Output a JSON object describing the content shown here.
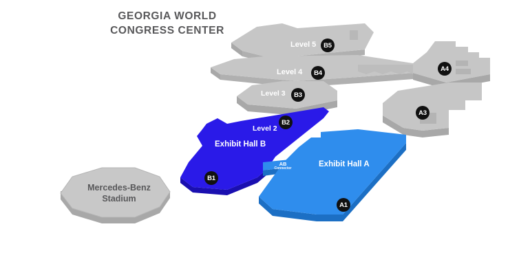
{
  "title": "GEORGIA WORLD\nCONGRESS CENTER",
  "colors": {
    "background": "#ffffff",
    "title_text": "#58585a",
    "building_gray_top": "#c6c6c6",
    "building_gray_side": "#a8a8a8",
    "building_gray_edge": "#bdbdbd",
    "hall_b_top": "#2a1ae8",
    "hall_b_side": "#1a0fb0",
    "hall_a_top": "#2f8ded",
    "hall_a_side": "#1c6fc4",
    "connector_top": "#2f8ded",
    "badge_bg": "#111111",
    "badge_text": "#ffffff",
    "label_text": "#ffffff",
    "stadium_top": "#c8c8c8",
    "stadium_side": "#a8a8a8"
  },
  "stadium": {
    "name": "Mercedes-Benz\nStadium"
  },
  "halls": [
    {
      "id": "hall-b",
      "label": "Exhibit Hall B",
      "badge": "B1",
      "color": "#2a1ae8"
    },
    {
      "id": "hall-a",
      "label": "Exhibit Hall A",
      "badge": "A1",
      "color": "#2f8ded"
    }
  ],
  "levels": [
    {
      "id": "level-5",
      "label": "Level 5",
      "badge": "B5"
    },
    {
      "id": "level-4",
      "label": "Level 4",
      "badge": "B4"
    },
    {
      "id": "level-3",
      "label": "Level 3",
      "badge": "B3"
    },
    {
      "id": "level-2",
      "label": "Level 2",
      "badge": "B2"
    }
  ],
  "wings": [
    {
      "id": "wing-a4",
      "badge": "A4"
    },
    {
      "id": "wing-a3",
      "badge": "A3"
    }
  ],
  "connector": {
    "name": "AB",
    "sub": "Connector"
  },
  "badges": {
    "b5": "B5",
    "b4": "B4",
    "b3": "B3",
    "b2": "B2",
    "b1": "B1",
    "a4": "A4",
    "a3": "A3",
    "a1": "A1"
  },
  "label_text": {
    "level5": "Level 5",
    "level4": "Level 4",
    "level3": "Level 3",
    "level2": "Level 2",
    "hall_b": "Exhibit Hall B",
    "hall_a": "Exhibit Hall A"
  }
}
